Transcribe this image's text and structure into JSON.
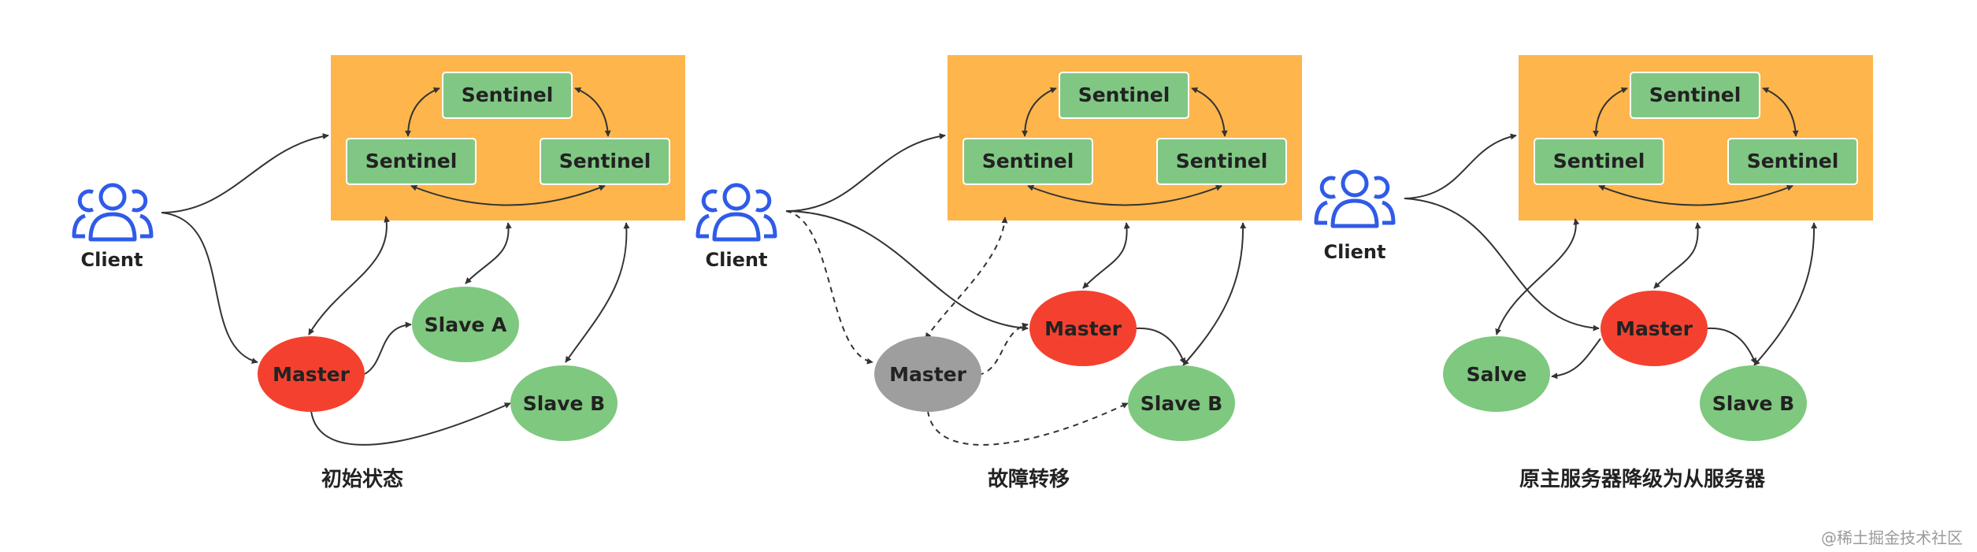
{
  "colors": {
    "sentinel_group": "#FDB54C",
    "sentinel_node": "#81C784",
    "sentinel_border": "#ffffff",
    "master": "#F4412F",
    "slave": "#7FC87F",
    "old_master": "#9E9E9E",
    "client_icon": "#2F5BE8",
    "edge": "#333333"
  },
  "icons": {
    "client": "users-icon"
  },
  "panels": [
    {
      "caption": "初始状态",
      "sentinels": [
        "Sentinel",
        "Sentinel",
        "Sentinel"
      ],
      "client_label": "Client",
      "master_label": "Master",
      "slave_a_label": "Slave A",
      "slave_b_label": "Slave B"
    },
    {
      "caption": "故障转移",
      "sentinels": [
        "Sentinel",
        "Sentinel",
        "Sentinel"
      ],
      "client_label": "Client",
      "old_master_label": "Master",
      "master_label": "Master",
      "slave_b_label": "Slave B"
    },
    {
      "caption": "原主服务器降级为从服务器",
      "sentinels": [
        "Sentinel",
        "Sentinel",
        "Sentinel"
      ],
      "client_label": "Client",
      "salve_label": "Salve",
      "master_label": "Master",
      "slave_b_label": "Slave B"
    }
  ],
  "watermark": "@稀土掘金技术社区"
}
